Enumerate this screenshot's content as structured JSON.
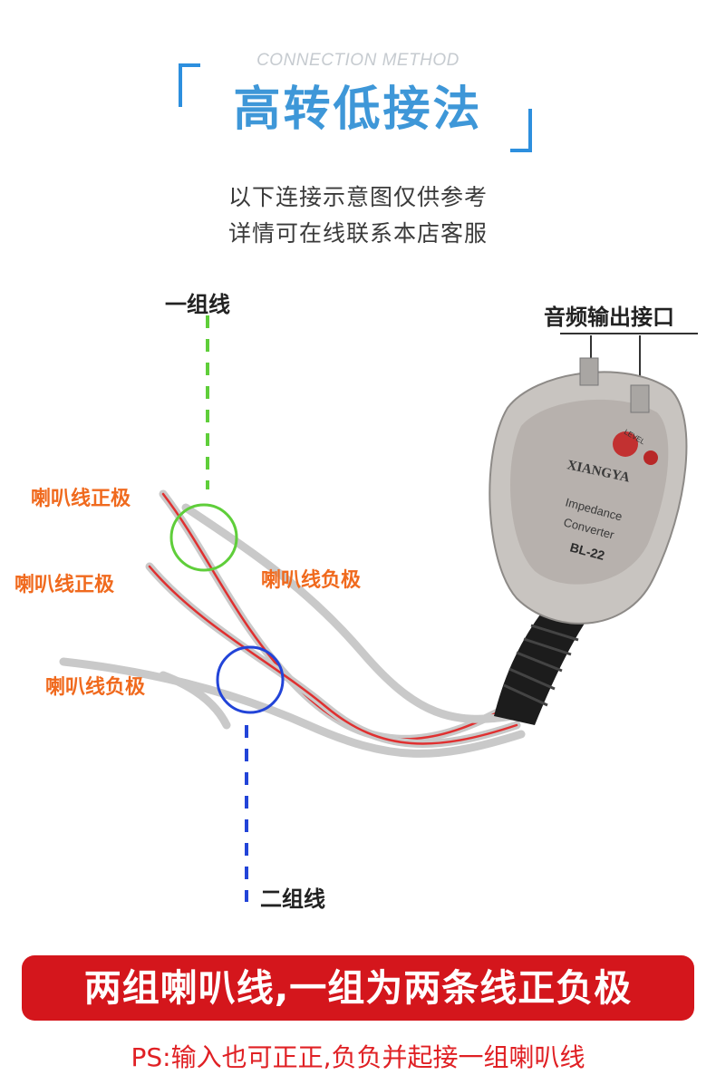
{
  "header": {
    "subtitle": "CONNECTION METHOD",
    "title": "高转低接法"
  },
  "notice": {
    "line1": "以下连接示意图仅供参考",
    "line2": "详情可在线联系本店客服"
  },
  "labels": {
    "group1": "一组线",
    "group2": "二组线",
    "output_port": "音频输出接口",
    "pos_1": "喇叭线正极",
    "neg_1": "喇叭线负极",
    "pos_2": "喇叭线正极",
    "neg_2": "喇叭线负极"
  },
  "device": {
    "brand": "XIANGYA",
    "line1": "Impedance",
    "line2": "Converter",
    "model": "BL-22",
    "knob_label": "LEVEL"
  },
  "banner": {
    "text": "两组喇叭线,一组为两条线正负极"
  },
  "footer": {
    "ps": "PS:输入也可正正,负负并起接一组喇叭线"
  },
  "colors": {
    "accent_blue": "#3e97d8",
    "green_marker": "#5fce3a",
    "blue_marker": "#2244d8",
    "label_orange": "#f06a1e",
    "banner_red": "#d4161c"
  }
}
